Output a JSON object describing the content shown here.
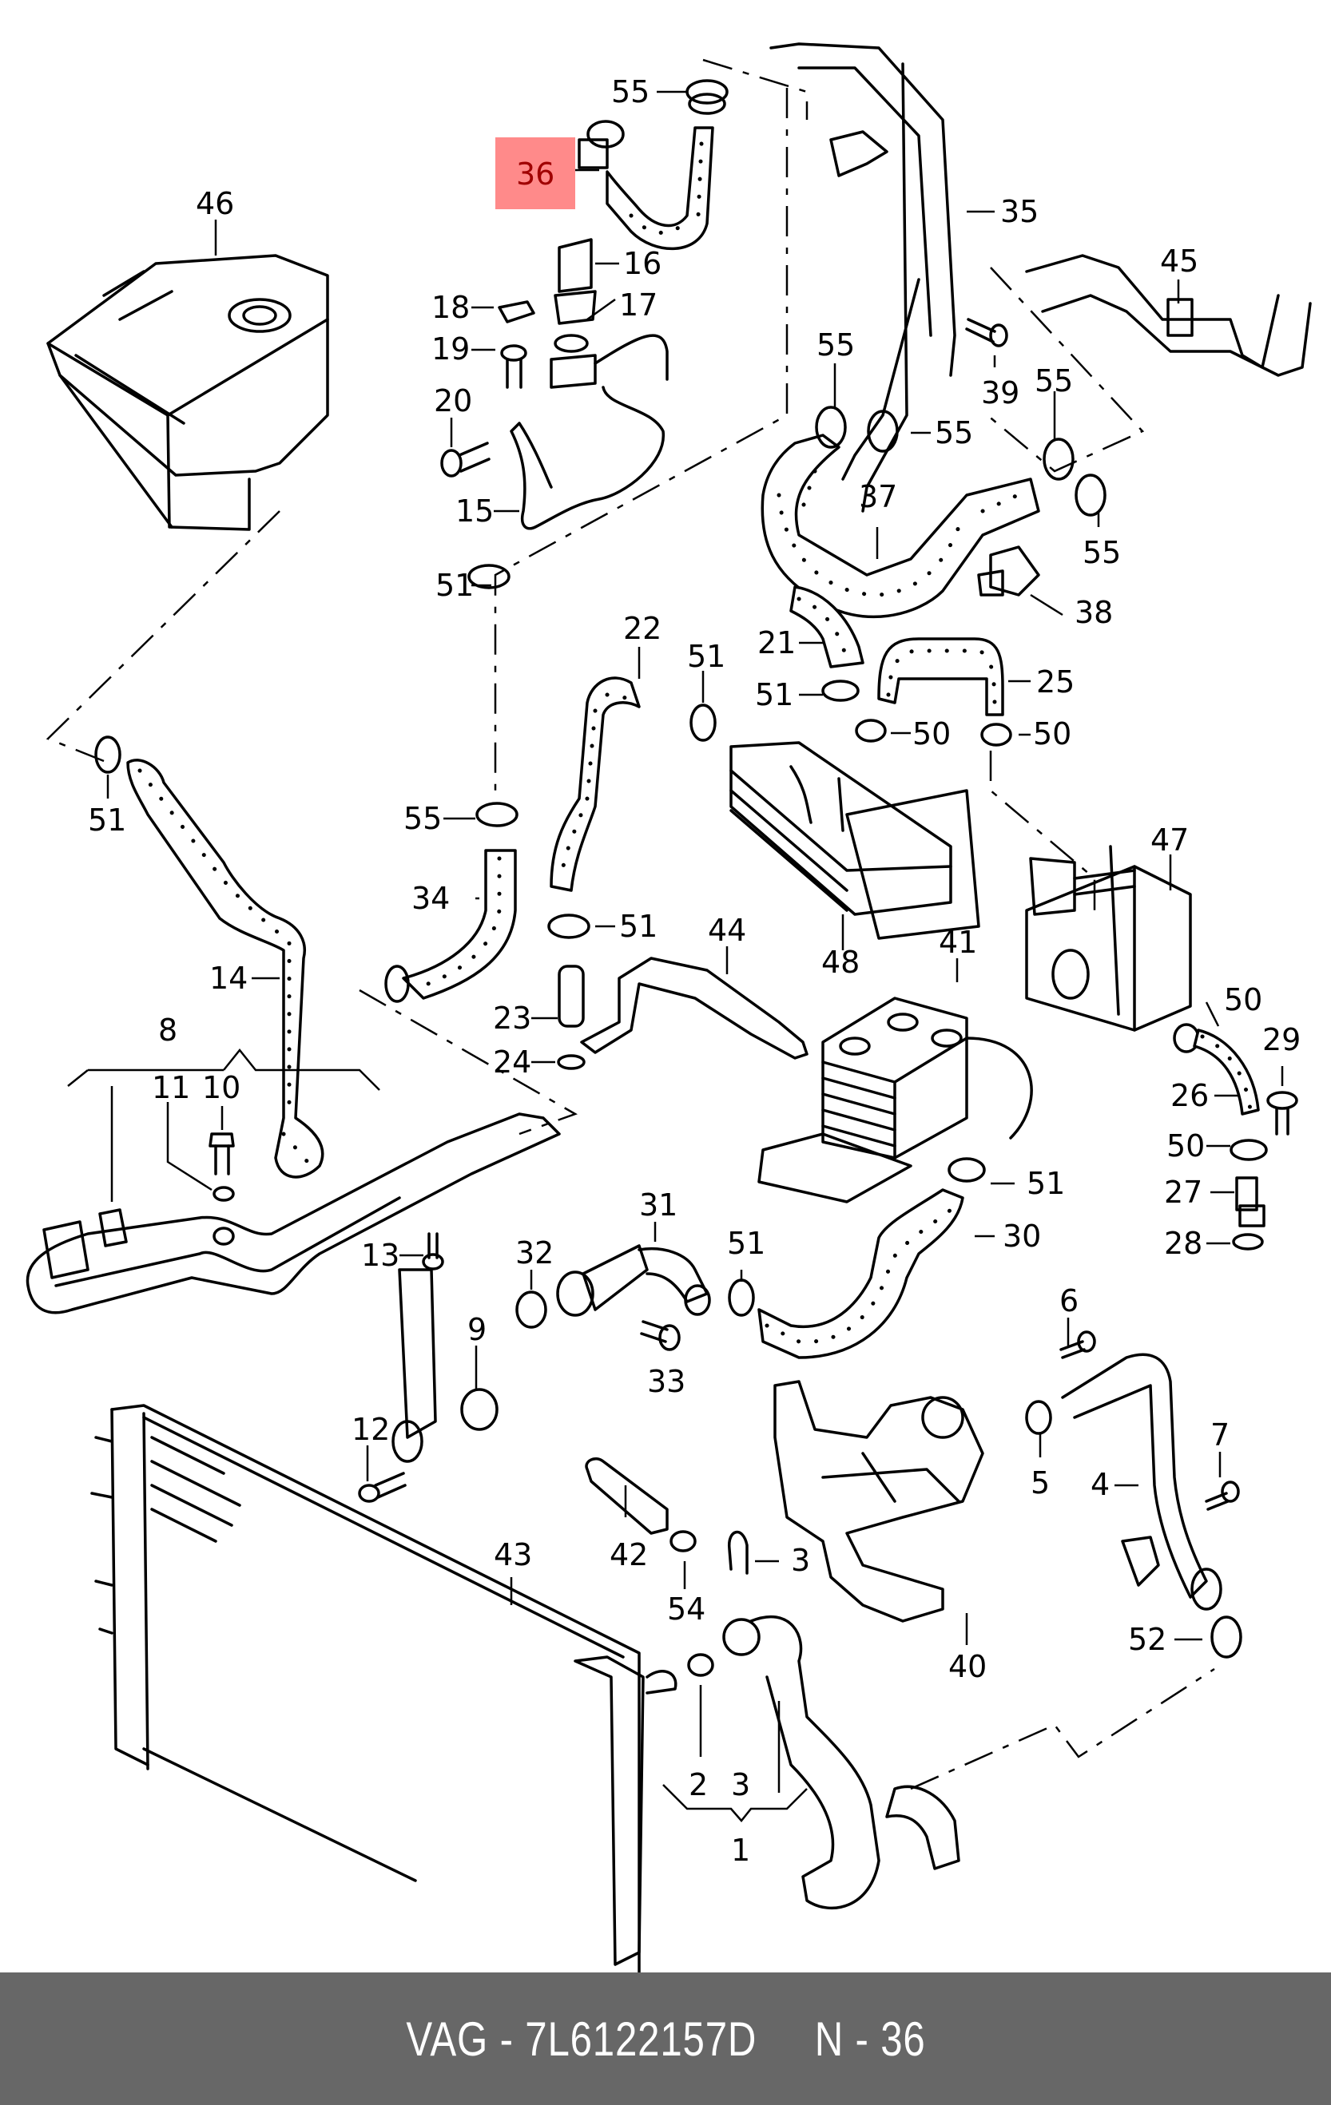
{
  "highlighted_part": {
    "number": "36",
    "color": "#ff8a8a",
    "text_color": "#a00000"
  },
  "footer": {
    "brand": "VAG",
    "part_number": "7L6122157D",
    "position_label": "N - 36",
    "text": "VAG - 7L6122157D     N - 36",
    "background": "#676767"
  },
  "labels": [
    {
      "id": "55a",
      "text": "55"
    },
    {
      "id": "35",
      "text": "35"
    },
    {
      "id": "46",
      "text": "46"
    },
    {
      "id": "16",
      "text": "16"
    },
    {
      "id": "45",
      "text": "45"
    },
    {
      "id": "18",
      "text": "18"
    },
    {
      "id": "17",
      "text": "17"
    },
    {
      "id": "19",
      "text": "19"
    },
    {
      "id": "55b",
      "text": "55"
    },
    {
      "id": "39",
      "text": "39"
    },
    {
      "id": "55c",
      "text": "55"
    },
    {
      "id": "20",
      "text": "20"
    },
    {
      "id": "55d",
      "text": "55"
    },
    {
      "id": "15",
      "text": "15"
    },
    {
      "id": "37",
      "text": "37"
    },
    {
      "id": "55e",
      "text": "55"
    },
    {
      "id": "51a",
      "text": "51"
    },
    {
      "id": "38",
      "text": "38"
    },
    {
      "id": "22",
      "text": "22"
    },
    {
      "id": "21",
      "text": "21"
    },
    {
      "id": "51b",
      "text": "51"
    },
    {
      "id": "25",
      "text": "25"
    },
    {
      "id": "51c",
      "text": "51"
    },
    {
      "id": "50a",
      "text": "50"
    },
    {
      "id": "50b",
      "text": "50"
    },
    {
      "id": "51d",
      "text": "51"
    },
    {
      "id": "55f",
      "text": "55"
    },
    {
      "id": "47",
      "text": "47"
    },
    {
      "id": "34",
      "text": "34"
    },
    {
      "id": "51e",
      "text": "51"
    },
    {
      "id": "48",
      "text": "48"
    },
    {
      "id": "44",
      "text": "44"
    },
    {
      "id": "41",
      "text": "41"
    },
    {
      "id": "14",
      "text": "14"
    },
    {
      "id": "50c",
      "text": "50"
    },
    {
      "id": "23",
      "text": "23"
    },
    {
      "id": "29",
      "text": "29"
    },
    {
      "id": "8",
      "text": "8"
    },
    {
      "id": "24",
      "text": "24"
    },
    {
      "id": "26",
      "text": "26"
    },
    {
      "id": "11",
      "text": "11"
    },
    {
      "id": "10",
      "text": "10"
    },
    {
      "id": "50d",
      "text": "50"
    },
    {
      "id": "51f",
      "text": "51"
    },
    {
      "id": "27",
      "text": "27"
    },
    {
      "id": "31",
      "text": "31"
    },
    {
      "id": "30",
      "text": "30"
    },
    {
      "id": "28",
      "text": "28"
    },
    {
      "id": "13",
      "text": "13"
    },
    {
      "id": "32",
      "text": "32"
    },
    {
      "id": "51g",
      "text": "51"
    },
    {
      "id": "6",
      "text": "6"
    },
    {
      "id": "9",
      "text": "9"
    },
    {
      "id": "33",
      "text": "33"
    },
    {
      "id": "12",
      "text": "12"
    },
    {
      "id": "7",
      "text": "7"
    },
    {
      "id": "5",
      "text": "5"
    },
    {
      "id": "4",
      "text": "4"
    },
    {
      "id": "43",
      "text": "43"
    },
    {
      "id": "42",
      "text": "42"
    },
    {
      "id": "3a",
      "text": "3"
    },
    {
      "id": "54",
      "text": "54"
    },
    {
      "id": "40",
      "text": "40"
    },
    {
      "id": "52",
      "text": "52"
    },
    {
      "id": "2",
      "text": "2"
    },
    {
      "id": "3b",
      "text": "3"
    },
    {
      "id": "1",
      "text": "1"
    }
  ]
}
